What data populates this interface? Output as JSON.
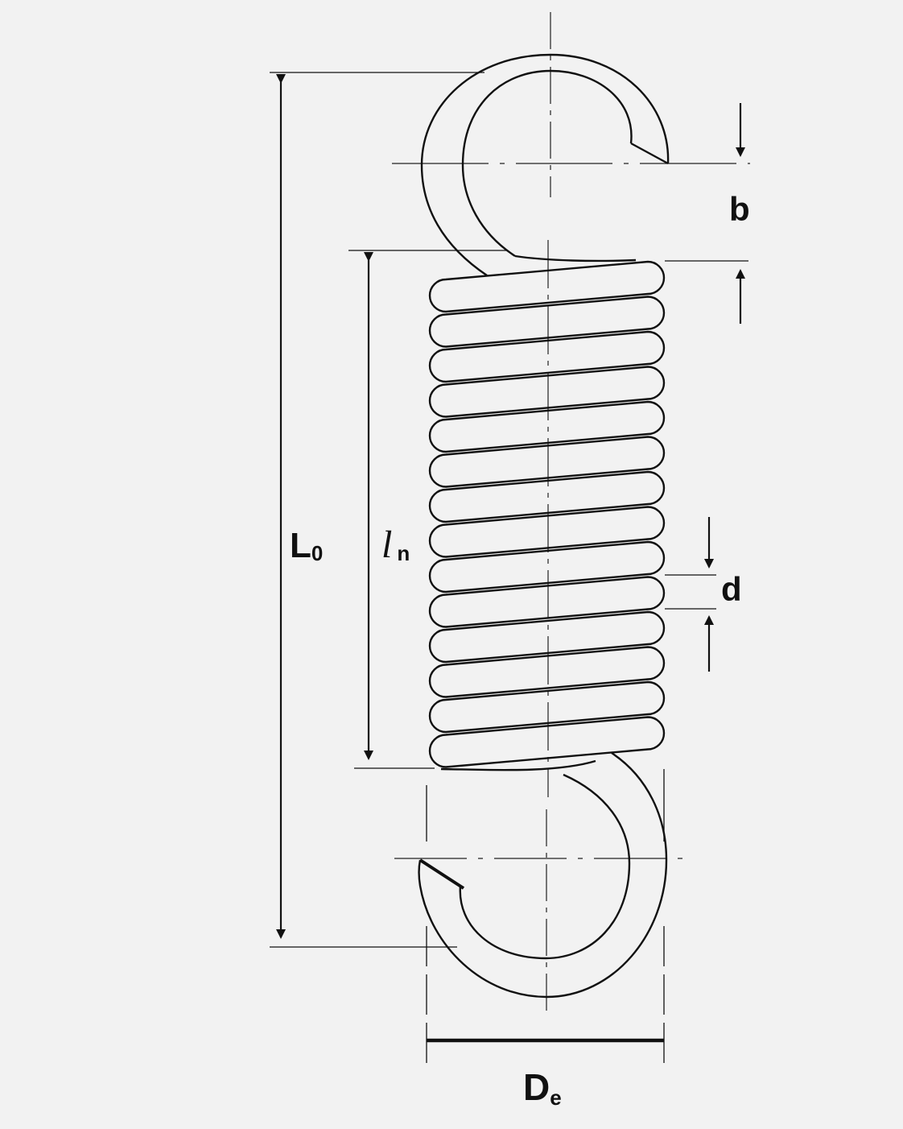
{
  "labels": {
    "b": "b",
    "d": "d",
    "L0_main": "L",
    "L0_sub": "0",
    "ln_main": "l",
    "ln_sub": "n",
    "De_main": "D",
    "De_sub": "e"
  },
  "diagram": {
    "coil_count": 14,
    "stroke_color": "#111111",
    "centerline_color": "#222222",
    "background": "#f2f2f2"
  }
}
